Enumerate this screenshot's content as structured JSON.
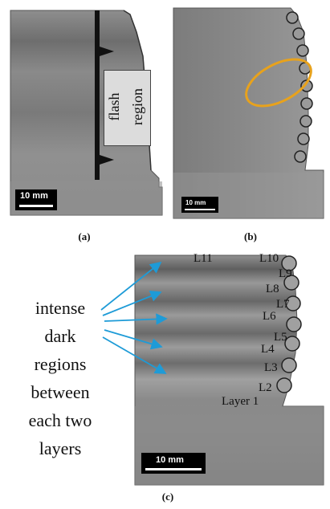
{
  "panels": {
    "a": {
      "caption": "(a)",
      "scale_bar": "10 mm",
      "flash_lines": [
        "flash",
        "region"
      ]
    },
    "b": {
      "caption": "(b)",
      "scale_bar": "10 mm"
    },
    "c": {
      "caption": "(c)",
      "scale_bar": "10 mm",
      "layer_labels": [
        "L11",
        "L10",
        "L9",
        "L8",
        "L7",
        "L6",
        "L5",
        "L4",
        "L3",
        "L2",
        "Layer 1"
      ]
    }
  },
  "annotation": {
    "lines": [
      "intense",
      "dark",
      "regions",
      "between",
      "each two",
      "layers"
    ]
  },
  "colors": {
    "arrow": "#1e9bd7",
    "ellipse": "#e8a21c",
    "marker": "#111111"
  }
}
